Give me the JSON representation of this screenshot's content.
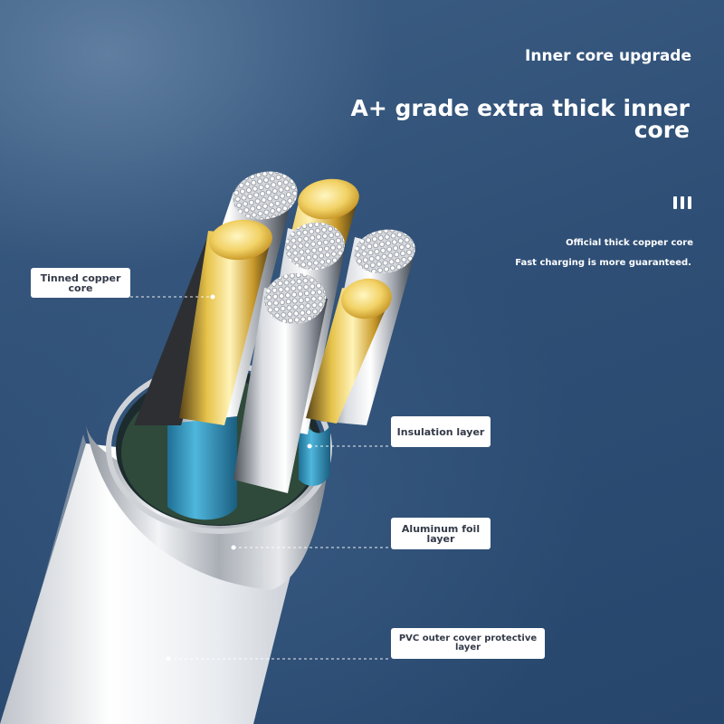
{
  "header": {
    "subtitle": "Inner core upgrade",
    "title": "A+ grade extra thick inner core"
  },
  "features": {
    "line_1": "Official thick copper core",
    "line_2": "Fast charging is more guaranteed."
  },
  "callouts": {
    "tinned_copper": "Tinned copper core",
    "insulation": "Insulation layer",
    "aluminum_foil": "Aluminum foil layer",
    "pvc_cover": "PVC outer cover protective layer"
  },
  "colors": {
    "background": "#2c4a6e",
    "copper": "#e6c24a",
    "tinned": "#d5d8de",
    "insulation": "#3aa0c9",
    "cable": "#eef0f3"
  }
}
